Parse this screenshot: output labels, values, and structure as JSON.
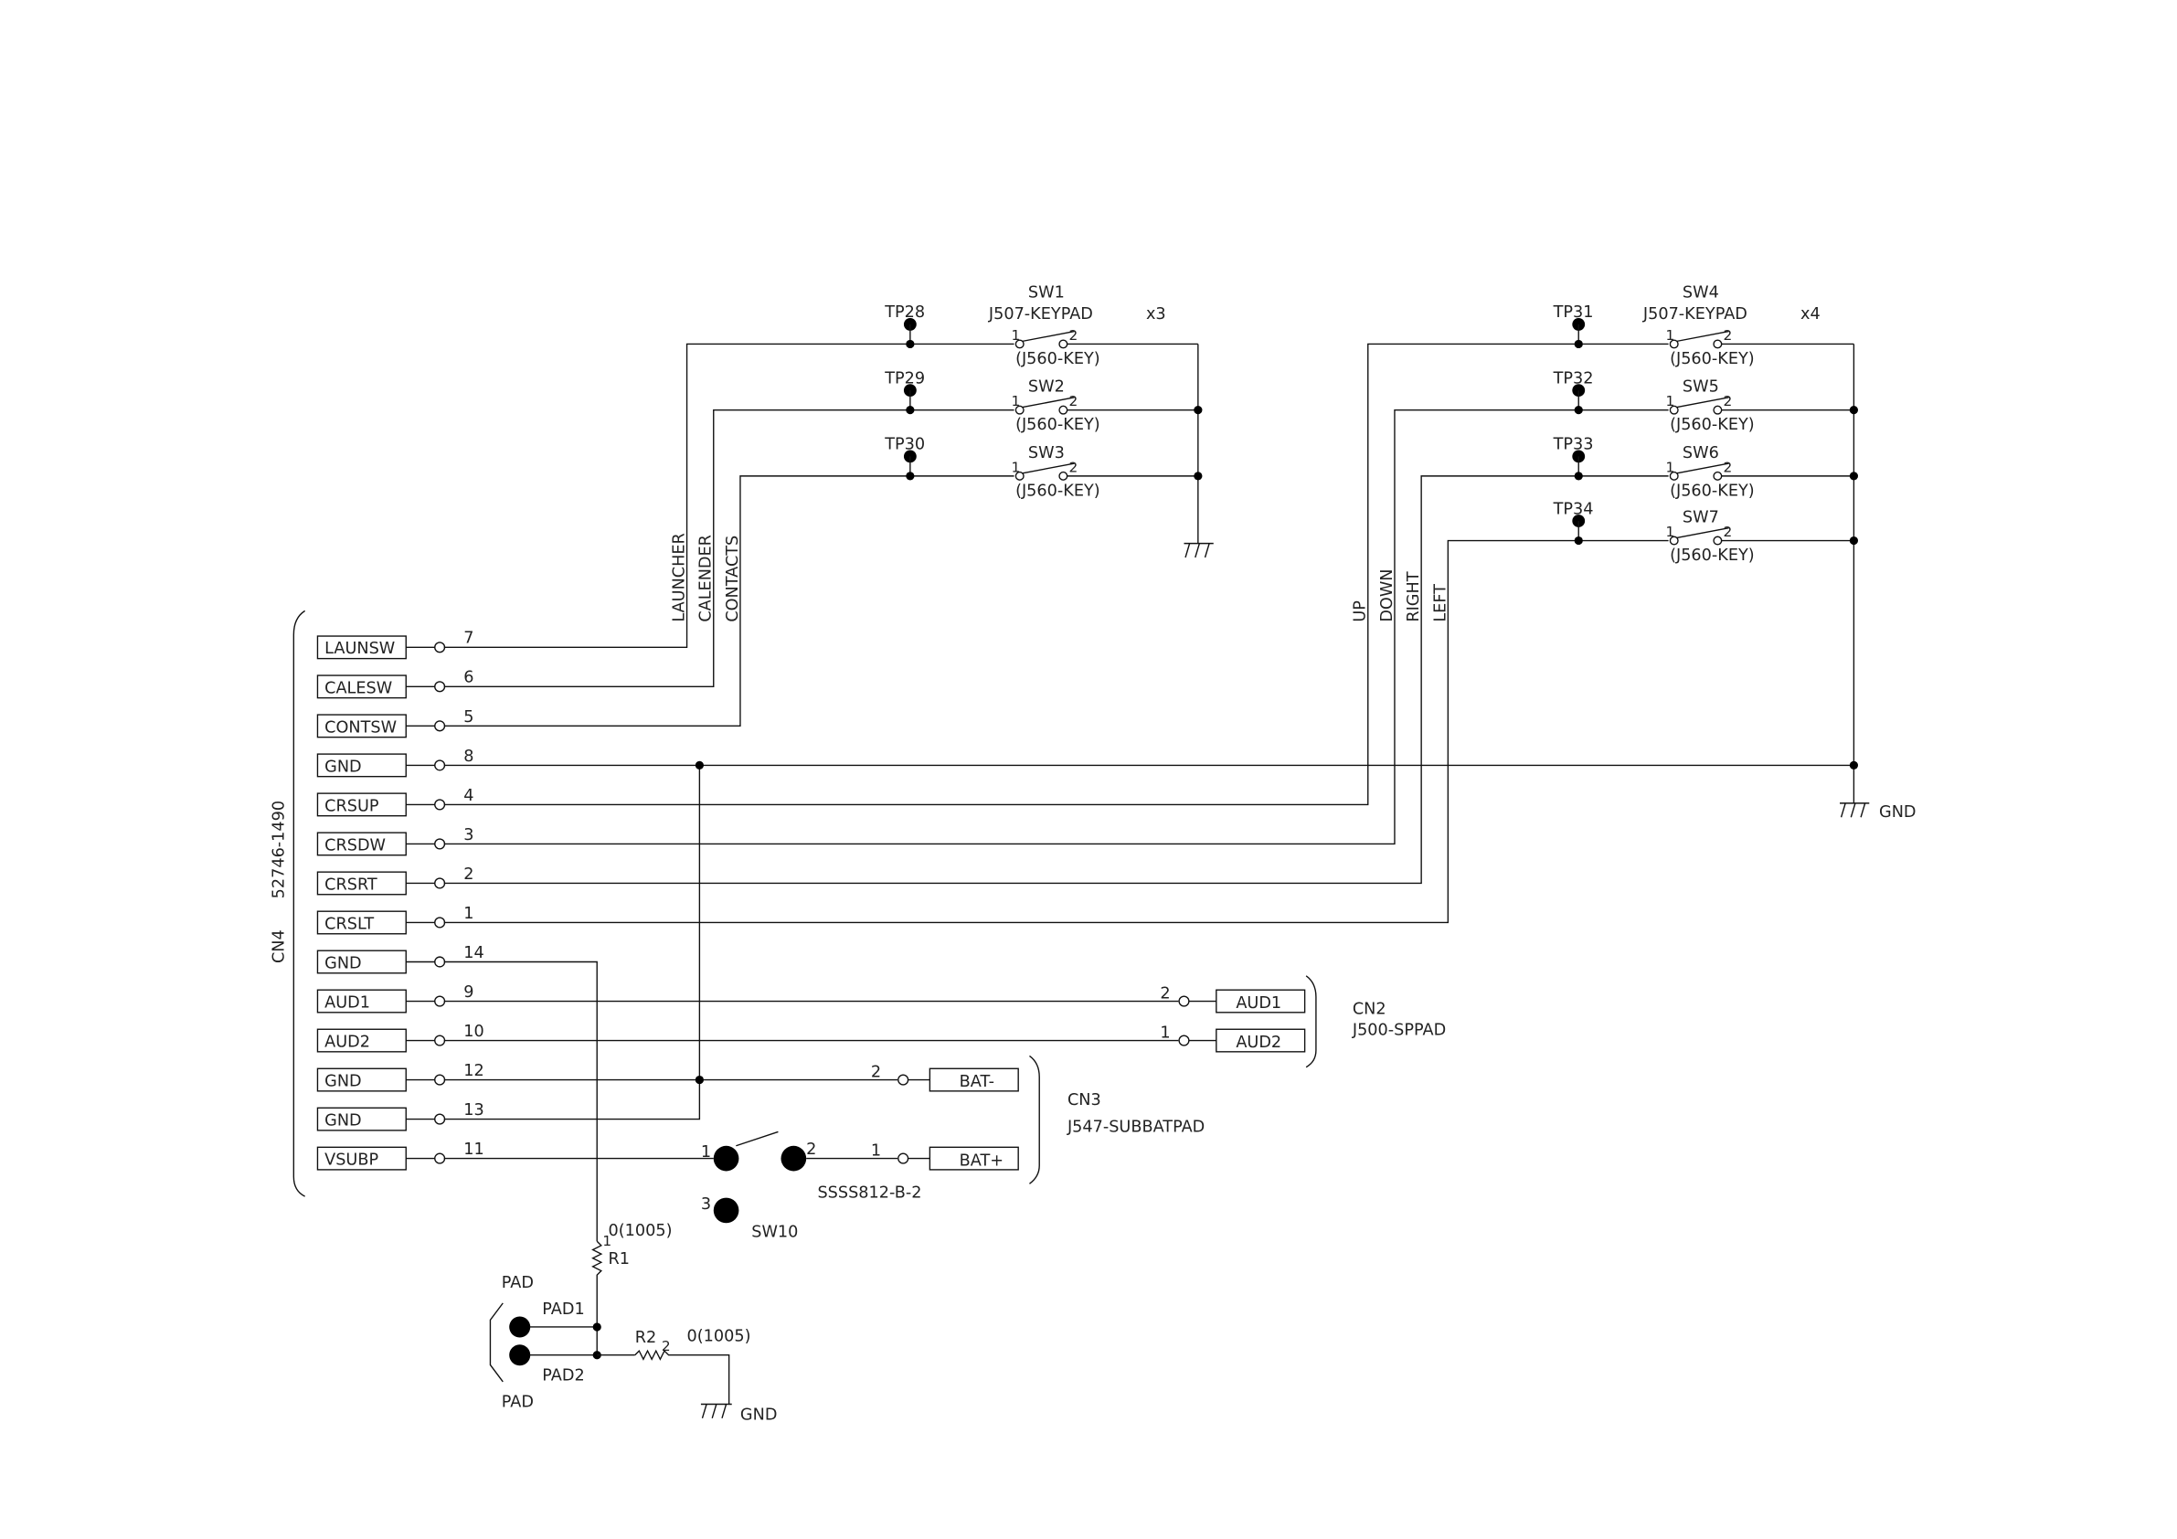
{
  "cn4": {
    "ref": "CN4",
    "part": "52746-1490",
    "pins": [
      {
        "label": "LAUNSW",
        "pin": "7"
      },
      {
        "label": "CALESW",
        "pin": "6"
      },
      {
        "label": "CONTSW",
        "pin": "5"
      },
      {
        "label": "GND",
        "pin": "8"
      },
      {
        "label": "CRSUP",
        "pin": "4"
      },
      {
        "label": "CRSDW",
        "pin": "3"
      },
      {
        "label": "CRSRT",
        "pin": "2"
      },
      {
        "label": "CRSLT",
        "pin": "1"
      },
      {
        "label": "GND",
        "pin": "14"
      },
      {
        "label": "AUD1",
        "pin": "9"
      },
      {
        "label": "AUD2",
        "pin": "10"
      },
      {
        "label": "GND",
        "pin": "12"
      },
      {
        "label": "GND",
        "pin": "13"
      },
      {
        "label": "VSUBP",
        "pin": "11"
      }
    ]
  },
  "nets": {
    "launcher": "LAUNCHER",
    "calender": "CALENDER",
    "contacts": "CONTACTS",
    "up": "UP",
    "down": "DOWN",
    "right": "RIGHT",
    "left": "LEFT"
  },
  "keypad_a": {
    "part": "J507-KEYPAD",
    "qty": "x3",
    "tps": [
      "TP28",
      "TP29",
      "TP30"
    ],
    "switches": [
      "SW1",
      "SW2",
      "SW3"
    ],
    "key": "(J560-KEY)",
    "pin1": "1",
    "pin2": "2"
  },
  "keypad_b": {
    "part": "J507-KEYPAD",
    "qty": "x4",
    "tps": [
      "TP31",
      "TP32",
      "TP33",
      "TP34"
    ],
    "switches": [
      "SW4",
      "SW5",
      "SW6",
      "SW7"
    ],
    "key": "(J560-KEY)",
    "pin1": "1",
    "pin2": "2"
  },
  "gnd_label": "GND",
  "cn2": {
    "ref": "CN2",
    "part": "J500-SPPAD",
    "pins": [
      {
        "pin": "2",
        "label": "AUD1"
      },
      {
        "pin": "1",
        "label": "AUD2"
      }
    ]
  },
  "cn3": {
    "ref": "CN3",
    "part": "J547-SUBBATPAD",
    "pins": [
      {
        "pin": "2",
        "label": "BAT-"
      },
      {
        "pin": "1",
        "label": "BAT+"
      }
    ]
  },
  "sw10": {
    "ref": "SW10",
    "part": "SSSS812-B-2",
    "pins": [
      "1",
      "2",
      "3"
    ]
  },
  "r1": {
    "ref": "R1",
    "value": "0(1005)",
    "pin": "1"
  },
  "r2": {
    "ref": "R2",
    "value": "0(1005)",
    "pin": "2"
  },
  "pads": {
    "top_label": "PAD",
    "pad1": "PAD1",
    "pad2": "PAD2",
    "bottom_label": "PAD"
  }
}
